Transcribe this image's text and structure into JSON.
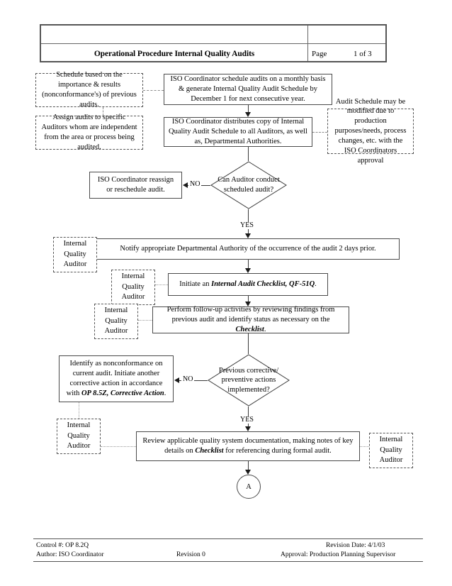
{
  "header": {
    "title": "Operational Procedure Internal Quality Audits",
    "page_label": "Page",
    "page_value": "1 of 3"
  },
  "flowchart": {
    "notes": {
      "schedule_basis": "Schedule based on the importance & results (nonconformance's) of previous audits.",
      "assign_auditors": "Assign audits to specific Auditors whom are independent from the area or process being audited.",
      "schedule_modify": "Audit Schedule may be modified due to production purposes/needs, process changes, etc. with the ISO Coordinators approval"
    },
    "roles": {
      "internal_quality_auditor": "Internal\nQuality\nAuditor",
      "line1": "Internal",
      "line2": "Quality",
      "line3": "Auditor"
    },
    "nodes": {
      "iso_schedule": "ISO Coordinator schedule audits on a monthly basis & generate Internal Quality Audit Schedule by December 1 for next consecutive year.",
      "iso_distribute": "ISO Coordinator distributes copy of Internal Quality Audit Schedule to all Auditors, as well as, Departmental Authorities.",
      "iso_reassign": "ISO Coordinator reassign or reschedule audit.",
      "decision_can_auditor": "Can Auditor conduct scheduled audit?",
      "notify_authority": "Notify appropriate Departmental Authority of the occurrence of the audit 2 days prior.",
      "initiate_checklist_pre": "Initiate an ",
      "initiate_checklist_ref": "Internal Audit Checklist, QF-51Q",
      "initiate_checklist_post": ".",
      "followup_pre": "Perform follow-up activities by reviewing findings from previous audit and identify status as necessary on the ",
      "followup_ref": "Checklist",
      "followup_post": ".",
      "decision_previous_corrective": "Previous corrective/ preventive actions implemented?",
      "nonconformance_pre": "Identify as nonconformance on current audit.  Initiate another corrective action in accordance with ",
      "nonconformance_ref": "OP 8.5Z, Corrective Action",
      "nonconformance_post": ".",
      "review_doc_pre": "Review applicable quality system documentation, making notes of key details on ",
      "review_doc_ref": "Checklist",
      "review_doc_post": " for referencing during formal audit.",
      "connector_a": "A"
    },
    "edge_labels": {
      "no_1": "NO",
      "yes_1": "YES",
      "no_2": "NO",
      "yes_2": "YES"
    }
  },
  "footer": {
    "control": "Control #: OP 8.2Q",
    "author": "Author: ISO Coordinator",
    "revision": "Revision 0",
    "revision_date": "Revision Date: 4/1/03",
    "approval": "Approval: Production Planning Supervisor"
  }
}
